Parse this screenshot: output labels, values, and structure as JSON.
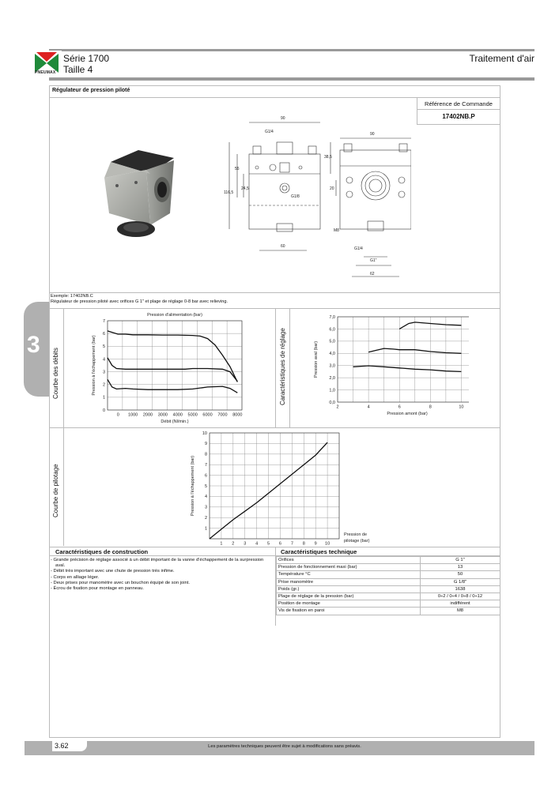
{
  "header": {
    "serie": "Série 1700",
    "taille": "Taille 4",
    "category": "Traitement d'air",
    "logo_text": "PNEUMAX"
  },
  "product": {
    "title": "Régulateur de pression piloté",
    "ref_label": "Référence de Commande",
    "ref_value": "17402NB.P"
  },
  "drawing": {
    "dims": [
      "90",
      "G1/4",
      "90",
      "55",
      "24,5",
      "116,5",
      "38,5",
      "G1/8",
      "20",
      "M8",
      "60",
      "G1/4",
      "G1\"",
      "62"
    ]
  },
  "example": {
    "line1": "Exemple: 17402NB.C",
    "line2": "Régulateur de pression piloté avec orifices G 1\" et plage de réglage 0-8 bar avec relieving."
  },
  "section_tab": "3",
  "labels": {
    "courbe_debits": "Courbe des débits",
    "caract_reglage": "Caractéristiques de réglage",
    "courbe_pilotage": "Courbe de pilotage"
  },
  "chart_data": [
    {
      "type": "line",
      "title": "Pression d'alimentation (bar)",
      "xlabel": "Débit (Nl/min.)",
      "ylabel": "Pression à l'échappement (bar)",
      "x_ticks": [
        "0",
        "1000",
        "2000",
        "3000",
        "4000",
        "5000",
        "6000",
        "7000",
        "8000"
      ],
      "y_ticks": [
        "0",
        "1",
        "2",
        "3",
        "4",
        "5",
        "6",
        "7"
      ],
      "xlim": [
        -700,
        8300
      ],
      "ylim": [
        0,
        7
      ],
      "grid": true,
      "series": [
        {
          "x": [
            -700,
            -300,
            0,
            500,
            1000,
            2000,
            3000,
            4000,
            5000,
            5500,
            6000,
            6500,
            7000,
            7500,
            8000
          ],
          "y": [
            6.2,
            6.05,
            5.95,
            5.95,
            5.9,
            5.9,
            5.88,
            5.88,
            5.85,
            5.8,
            5.6,
            5.1,
            4.3,
            3.4,
            2.2
          ]
        },
        {
          "x": [
            -700,
            -400,
            -100,
            500,
            1000,
            2000,
            3000,
            4000,
            4500,
            5000,
            6000,
            7000,
            7500,
            8000
          ],
          "y": [
            4.1,
            3.5,
            3.25,
            3.2,
            3.2,
            3.2,
            3.2,
            3.2,
            3.2,
            3.25,
            3.25,
            3.2,
            3.0,
            2.25
          ]
        },
        {
          "x": [
            -700,
            -400,
            -100,
            500,
            1000,
            2000,
            3000,
            4000,
            5000,
            6000,
            7000,
            7500,
            8000
          ],
          "y": [
            2.4,
            1.8,
            1.65,
            1.7,
            1.65,
            1.6,
            1.6,
            1.6,
            1.65,
            1.8,
            1.85,
            1.7,
            1.35
          ]
        }
      ]
    },
    {
      "type": "line",
      "xlabel": "Pression amont (bar)",
      "ylabel": "Pression aval (bar)",
      "x_ticks": [
        "2",
        "4",
        "6",
        "8",
        "10"
      ],
      "y_ticks": [
        "0,0",
        "1,0",
        "2,0",
        "3,0",
        "4,0",
        "5,0",
        "6,0",
        "7,0"
      ],
      "xlim": [
        2,
        11
      ],
      "ylim": [
        0,
        7
      ],
      "grid": true,
      "series": [
        {
          "x": [
            6,
            6.6,
            7,
            8,
            9,
            10
          ],
          "y": [
            6.0,
            6.45,
            6.55,
            6.45,
            6.35,
            6.3
          ]
        },
        {
          "x": [
            4,
            4.5,
            5,
            5.6,
            6,
            7,
            8,
            9,
            10
          ],
          "y": [
            4.1,
            4.25,
            4.4,
            4.35,
            4.3,
            4.3,
            4.15,
            4.05,
            4.0
          ]
        },
        {
          "x": [
            3,
            4,
            5,
            6,
            7,
            8,
            9,
            10
          ],
          "y": [
            2.9,
            2.98,
            2.9,
            2.8,
            2.7,
            2.65,
            2.55,
            2.5
          ]
        }
      ]
    },
    {
      "type": "line",
      "xlabel": "Pression de pilotage (bar)",
      "ylabel": "Pression à l'échappement (bar)",
      "x_ticks": [
        "1",
        "2",
        "3",
        "4",
        "5",
        "6",
        "7",
        "8",
        "9",
        "10"
      ],
      "y_ticks": [
        "1",
        "2",
        "3",
        "4",
        "5",
        "6",
        "7",
        "8",
        "9",
        "10"
      ],
      "xlim": [
        0,
        11
      ],
      "ylim": [
        0,
        10
      ],
      "grid": true,
      "series": [
        {
          "x": [
            0,
            1,
            2,
            3,
            4,
            5,
            6,
            7,
            8,
            9,
            10
          ],
          "y": [
            0,
            0.9,
            1.8,
            2.6,
            3.4,
            4.3,
            5.2,
            6.1,
            7.0,
            7.9,
            9.1
          ]
        }
      ]
    }
  ],
  "construction": {
    "title": "Caractéristiques de construction",
    "items": [
      "Grande précision de réglage associé à un débit important de la vanne d'échappement de la surpression aval.",
      "Débit très important avec une chute de pression très infime.",
      "Corps en alliage léger.",
      "Deux prises pour manomètre avec un bouchon équipé de son joint.",
      "Écrou de fixation pour montage en panneau."
    ]
  },
  "technique": {
    "title": "Caractéristiques technique",
    "rows": [
      [
        "Orifices",
        "G 1\""
      ],
      [
        "Pression de fonctionnement maxi (bar)",
        "13"
      ],
      [
        "Température °C",
        "50"
      ],
      [
        "Prise manomètre",
        "G 1/8\""
      ],
      [
        "Poids (gr.)",
        "1638"
      ],
      [
        "Plage de réglage de la pression (bar)",
        "0÷2 / 0÷4 / 0÷8 / 0÷12"
      ],
      [
        "Position de montage",
        "indifférent"
      ],
      [
        "Vis de fixation en paroi",
        "M8"
      ]
    ]
  },
  "footer": {
    "page": "3.62",
    "note": "Les paramètres techniques peuvent être sujet à modifications sans préavis."
  }
}
